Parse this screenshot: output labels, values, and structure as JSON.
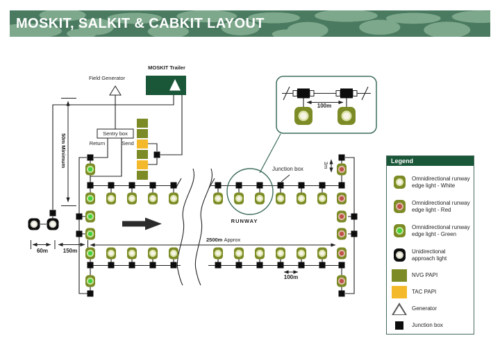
{
  "title": "MOSKIT, SALKIT & CABKIT LAYOUT",
  "diagram": {
    "moskit_trailer": "MOSKIT Trailer",
    "field_generator": "Field Generator",
    "sentry_box": "Sentry box",
    "return_label": "Return",
    "send_label": "Send",
    "junction_box_label": "Junction box",
    "runway_label": "RUNWAY",
    "dims": {
      "min_50m": "50m Minimum",
      "d60": "60m",
      "d150": "150m",
      "d2500": "2500m",
      "d2500_suffix": "Approx",
      "d100_runway": "100m",
      "d100_detail": "100m",
      "d3": "3m"
    }
  },
  "legend": {
    "header": "Legend",
    "items": [
      {
        "icon": "light-white",
        "label": "Omnidirectional runway edge light - White"
      },
      {
        "icon": "light-red",
        "label": "Omnidirectional runway edge light - Red"
      },
      {
        "icon": "light-green",
        "label": "Omnidirectional runway edge light - Green"
      },
      {
        "icon": "approach",
        "label": "Unidirectional approach light"
      },
      {
        "icon": "nvg-papi",
        "label": "NVG PAPI"
      },
      {
        "icon": "tac-papi",
        "label": "TAC PAPI"
      },
      {
        "icon": "generator",
        "label": "Generator"
      },
      {
        "icon": "junction",
        "label": "Junction box"
      }
    ]
  },
  "colors": {
    "header_green": "#4a7a60",
    "camo_light": "#7da88c",
    "panel_green": "#1a5638",
    "olive": "#7c8b25",
    "tac_yellow": "#f3b92a",
    "white_light": "#f7f4e6",
    "red_light": "#c0504a",
    "green_light": "#41d23c",
    "outline_teal": "#3c6b5c"
  }
}
